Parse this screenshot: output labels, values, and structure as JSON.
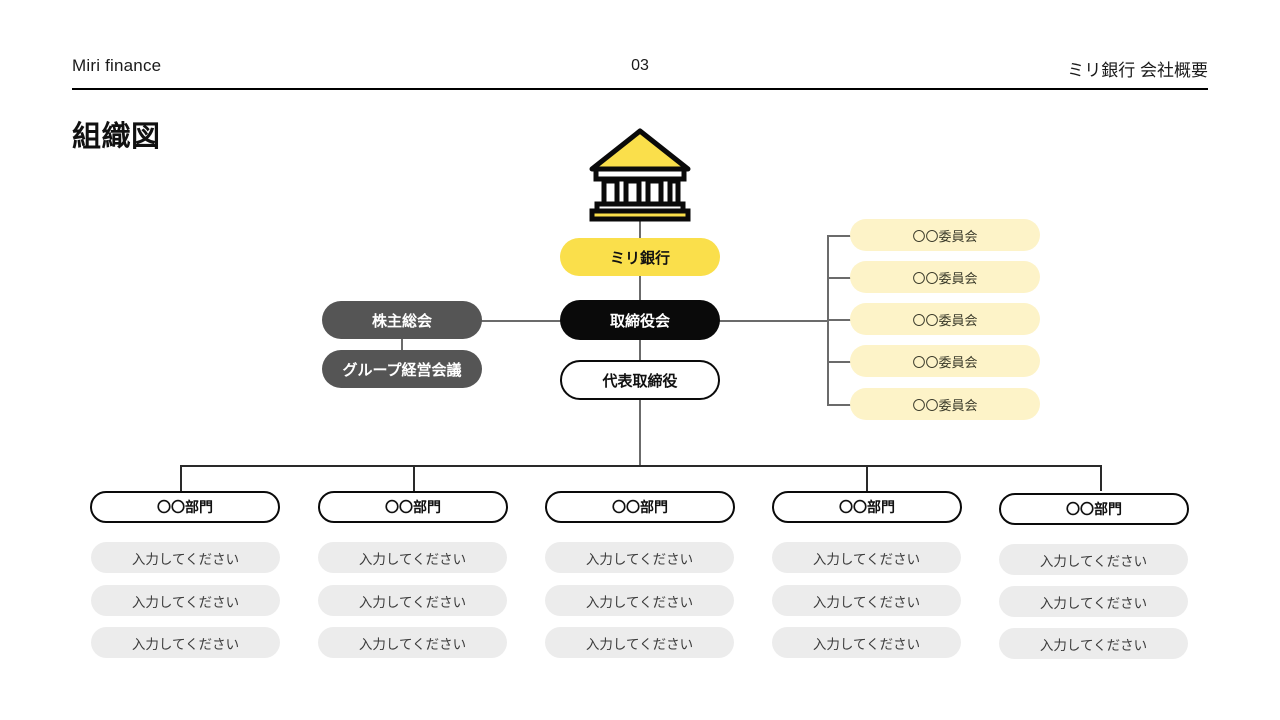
{
  "header": {
    "left_label": "Miri finance",
    "page_number": "03",
    "right_label": "ミリ銀行 会社概要"
  },
  "slide": {
    "title": "組織図"
  },
  "icons": {
    "bank": "bank-building-icon"
  },
  "colors": {
    "accent_yellow": "#FADF4B",
    "committee_yellow": "#FDF3C8",
    "node_black": "#0A0A0A",
    "node_gray": "#555555",
    "input_gray": "#ECECEC",
    "line_gray": "#6B6B6B"
  },
  "chart": {
    "top_node": {
      "label": "ミリ銀行",
      "style": "yellow"
    },
    "board_node": {
      "label": "取締役会",
      "style": "black"
    },
    "ceo_node": {
      "label": "代表取締役",
      "style": "outline"
    },
    "left_nodes": [
      {
        "label": "株主総会",
        "style": "gray"
      },
      {
        "label": "グループ経営会議",
        "style": "gray"
      }
    ],
    "committees": [
      {
        "label": "〇〇委員会"
      },
      {
        "label": "〇〇委員会"
      },
      {
        "label": "〇〇委員会"
      },
      {
        "label": "〇〇委員会"
      },
      {
        "label": "〇〇委員会"
      }
    ],
    "departments": [
      {
        "label": "〇〇部門",
        "items": [
          "入力してください",
          "入力してください",
          "入力してください"
        ]
      },
      {
        "label": "〇〇部門",
        "items": [
          "入力してください",
          "入力してください",
          "入力してください"
        ]
      },
      {
        "label": "〇〇部門",
        "items": [
          "入力してください",
          "入力してください",
          "入力してください"
        ]
      },
      {
        "label": "〇〇部門",
        "items": [
          "入力してください",
          "入力してください",
          "入力してください"
        ]
      },
      {
        "label": "〇〇部門",
        "items": [
          "入力してください",
          "入力してください",
          "入力してください"
        ]
      }
    ]
  }
}
